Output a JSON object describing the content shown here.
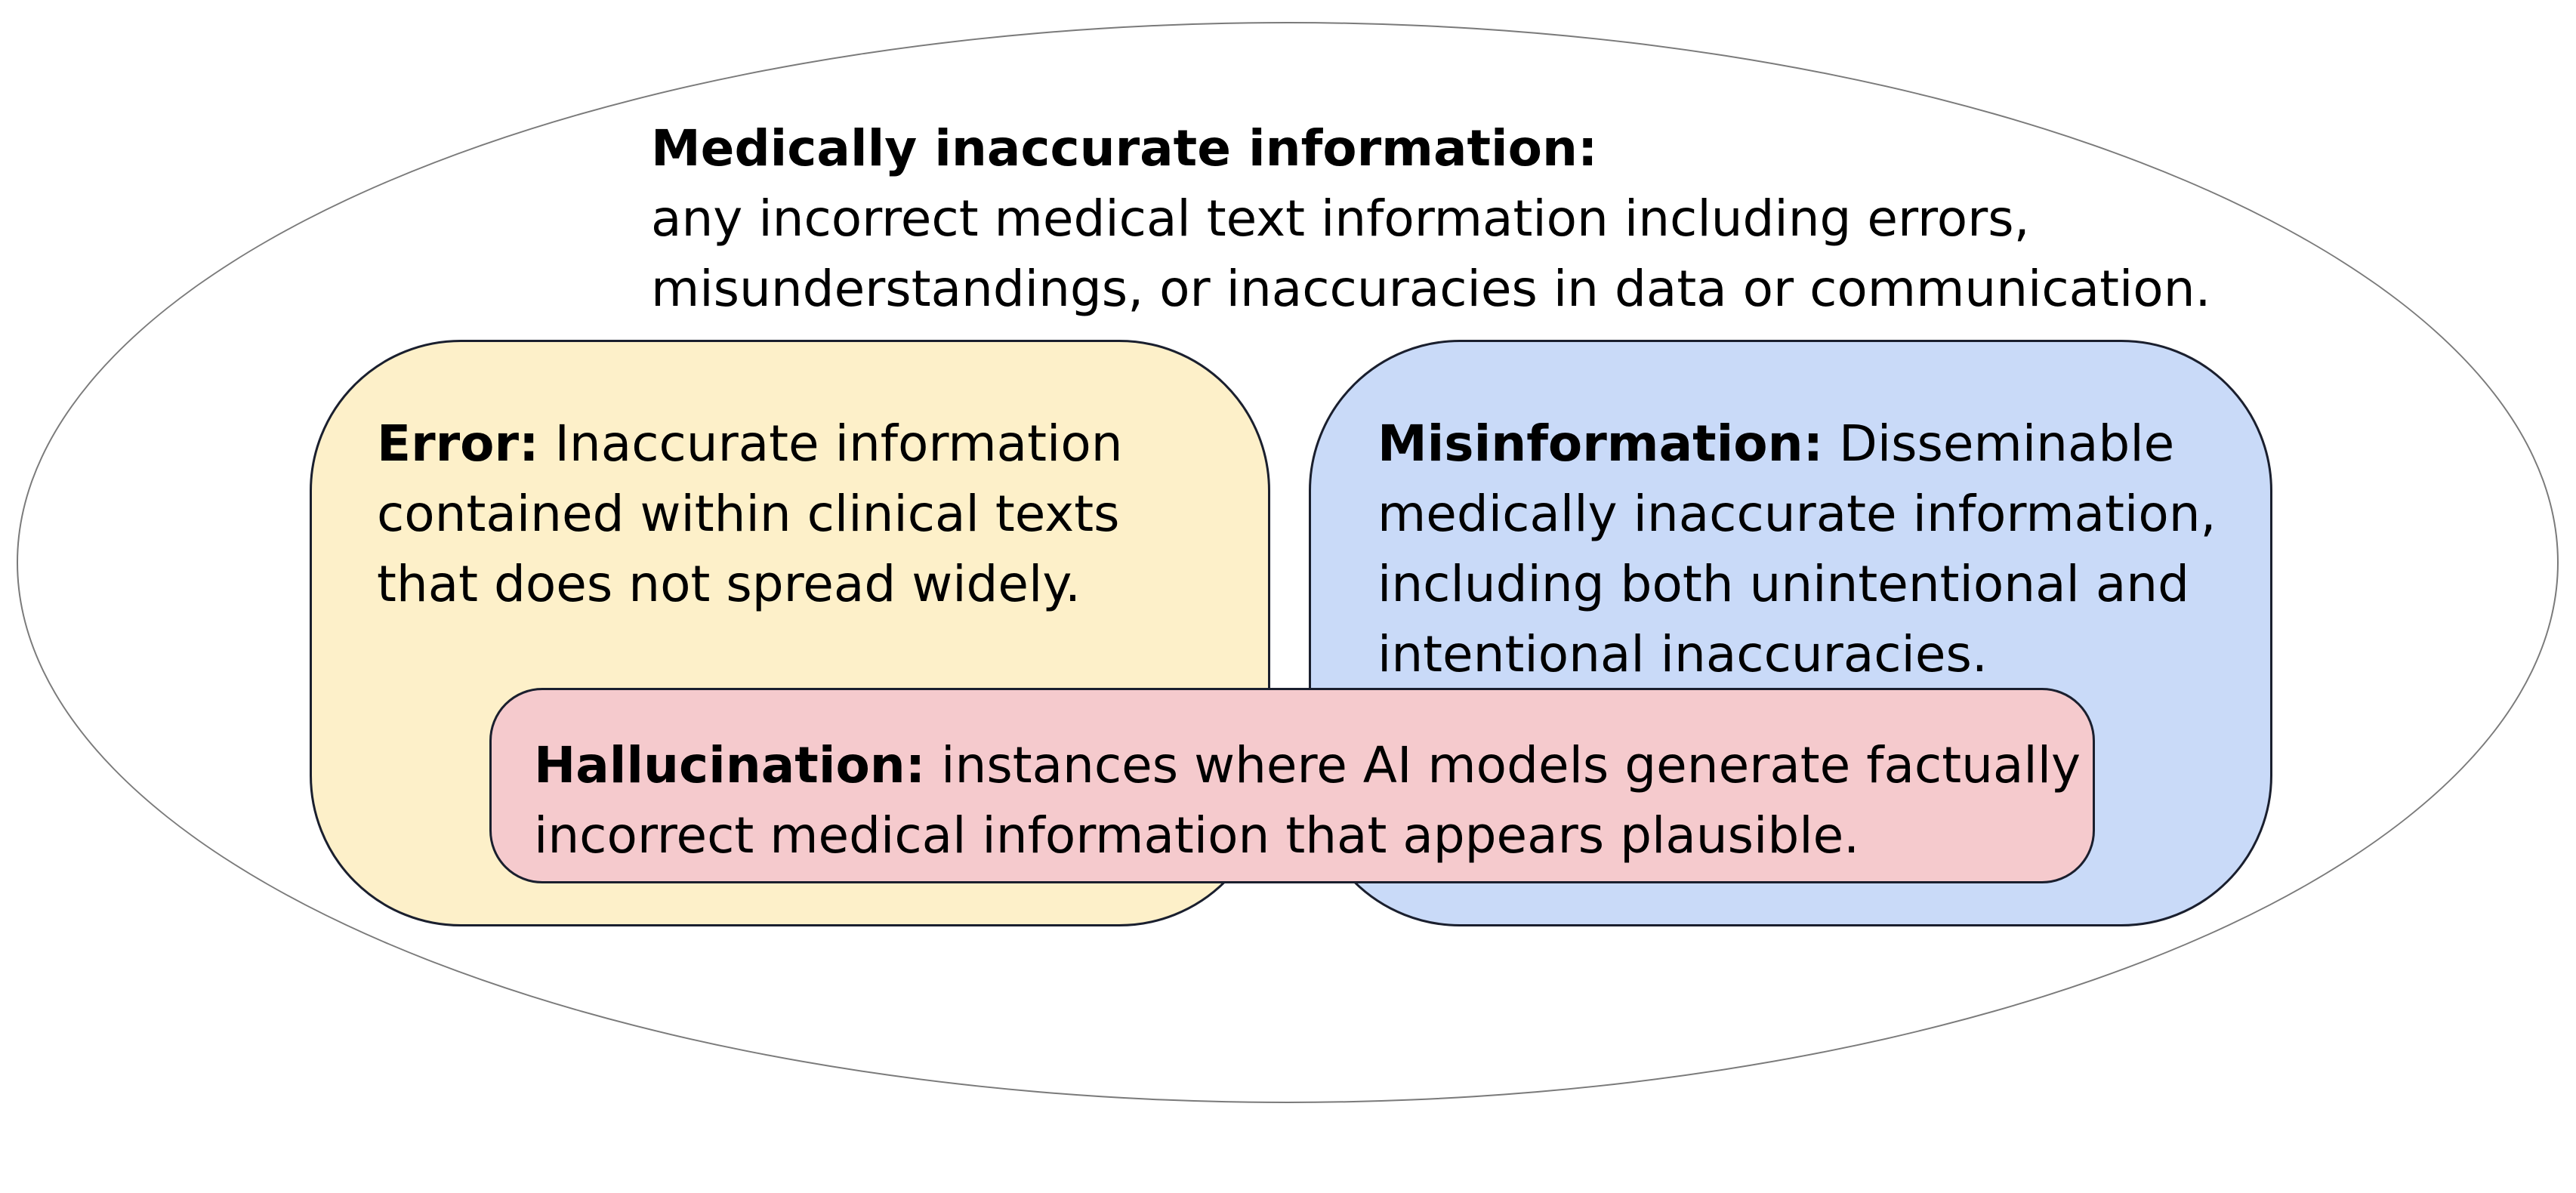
{
  "header": {
    "title": "Medically inaccurate information:",
    "lines": [
      "any incorrect medical text information including errors,",
      "misunderstandings, or inaccuracies in data or communication."
    ]
  },
  "error_box": {
    "term": "Error:",
    "line1_rest": " Inaccurate information",
    "lines": [
      "contained within clinical texts",
      "that does not spread widely."
    ],
    "color": "#fdf0c9"
  },
  "misinformation_box": {
    "term": "Misinformation:",
    "line1_rest": " Disseminable",
    "lines": [
      "medically inaccurate information,",
      "including both unintentional and",
      "intentional inaccuracies."
    ],
    "color": "#c9daf8"
  },
  "hallucination_box": {
    "term": "Hallucination:",
    "line1_rest": " instances where AI models generate factually",
    "lines": [
      "incorrect medical information that appears plausible."
    ],
    "color": "#f5cacd"
  }
}
